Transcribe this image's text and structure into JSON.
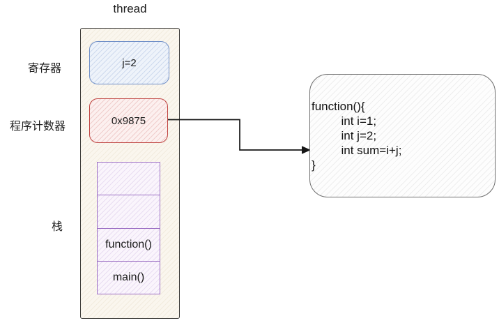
{
  "colors": {
    "register_box": "#6f8fc8",
    "pc_box": "#bf4340",
    "stack_box": "#9c6fc4",
    "container_border": "#3f3e3b",
    "code_border": "#6e6e6e",
    "arrow": "#161616"
  },
  "diagram": {
    "title": "thread",
    "side_labels": {
      "register": "寄存器",
      "program_counter": "程序计数器",
      "stack": "栈"
    },
    "register": {
      "value": "j=2"
    },
    "program_counter": {
      "value": "0x9875"
    },
    "stack": {
      "cells": [
        {
          "label": ""
        },
        {
          "label": ""
        },
        {
          "label": "function()"
        },
        {
          "label": "main()"
        }
      ]
    },
    "code": "function(){\n         int i=1;\n         int j=2;\n         int sum=i+j;\n}"
  }
}
